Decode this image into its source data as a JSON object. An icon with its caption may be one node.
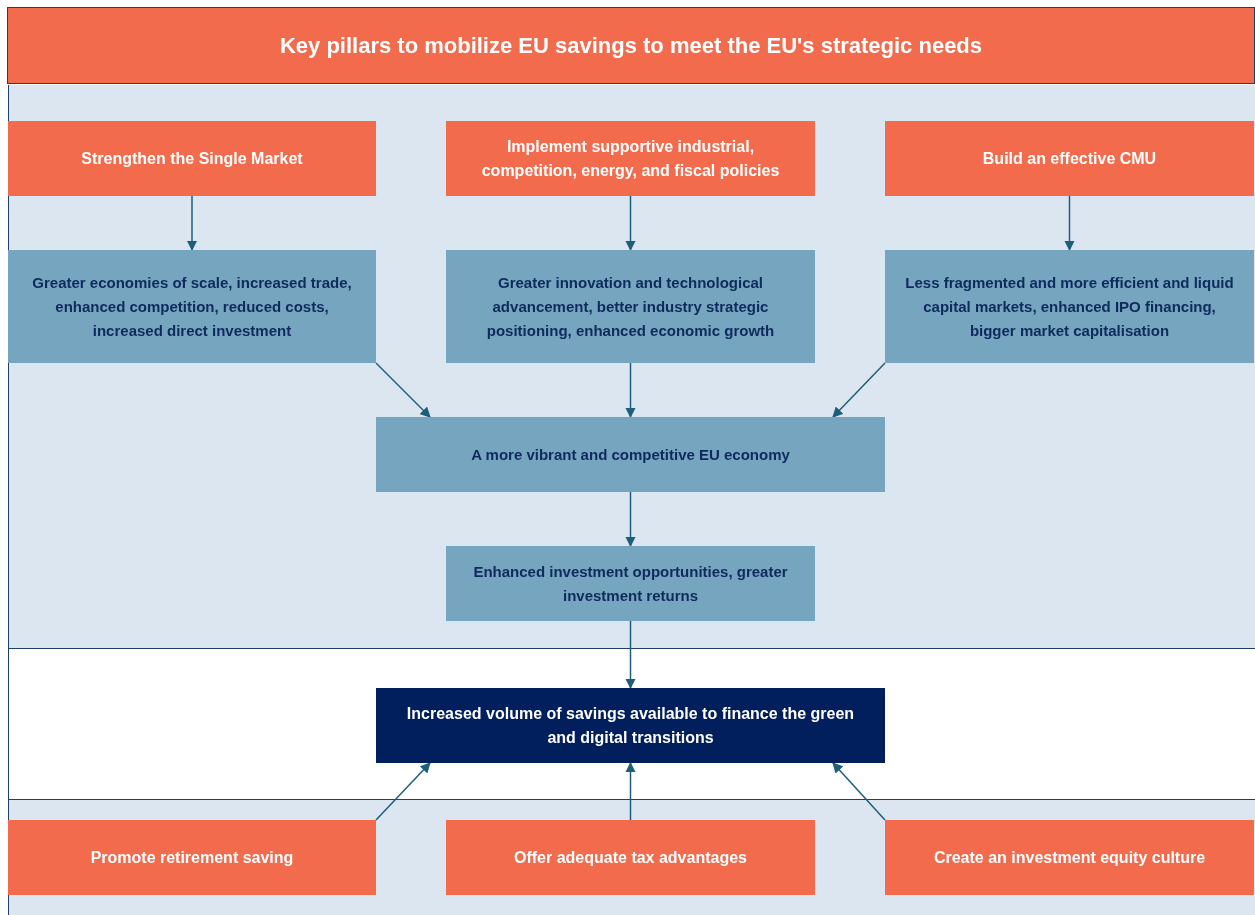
{
  "diagram": {
    "title": "Key pillars to mobilize EU savings to meet the EU's strategic needs",
    "nodes": [
      {
        "text": [
          "Strengthen the Single Market"
        ]
      },
      {
        "text": [
          "Implement supportive industrial, competition, energy, and fiscal policies"
        ]
      },
      {
        "text": [
          "Build an effective CMU"
        ]
      },
      {
        "text": [
          "Greater economies of scale, increased trade, enhanced competition, reduced costs, increased direct investment"
        ]
      },
      {
        "text": [
          "Greater innovation and technological advancement, better industry strategic positioning, enhanced economic growth"
        ]
      },
      {
        "text": [
          "Less fragmented and more efficient and liquid capital markets, enhanced IPO financing, bigger market capitalisation"
        ]
      },
      {
        "text": [
          "A more vibrant and competitive EU economy"
        ]
      },
      {
        "text": [
          "Enhanced investment opportunities, greater investment returns"
        ]
      },
      {
        "text": [
          "Increased volume of savings available to finance the green and digital transitions"
        ]
      },
      {
        "text": [
          "Promote retirement saving"
        ]
      },
      {
        "text": [
          "Offer adequate tax advantages"
        ]
      },
      {
        "text": [
          "Create an investment equity culture"
        ]
      }
    ],
    "edges": [
      {
        "from": 0,
        "to": 3,
        "arrow": "to"
      },
      {
        "from": 1,
        "to": 4,
        "arrow": "to"
      },
      {
        "from": 2,
        "to": 5,
        "arrow": "to"
      },
      {
        "from": 3,
        "to": 6,
        "arrow": "to"
      },
      {
        "from": 4,
        "to": 6,
        "arrow": "to"
      },
      {
        "from": 5,
        "to": 6,
        "arrow": "to"
      },
      {
        "from": 6,
        "to": 7,
        "arrow": "to"
      },
      {
        "from": 7,
        "to": 8,
        "arrow": "to"
      },
      {
        "from": 9,
        "to": 8,
        "arrow": "to"
      },
      {
        "from": 10,
        "to": 8,
        "arrow": "to"
      },
      {
        "from": 11,
        "to": 8,
        "arrow": "to"
      }
    ]
  }
}
